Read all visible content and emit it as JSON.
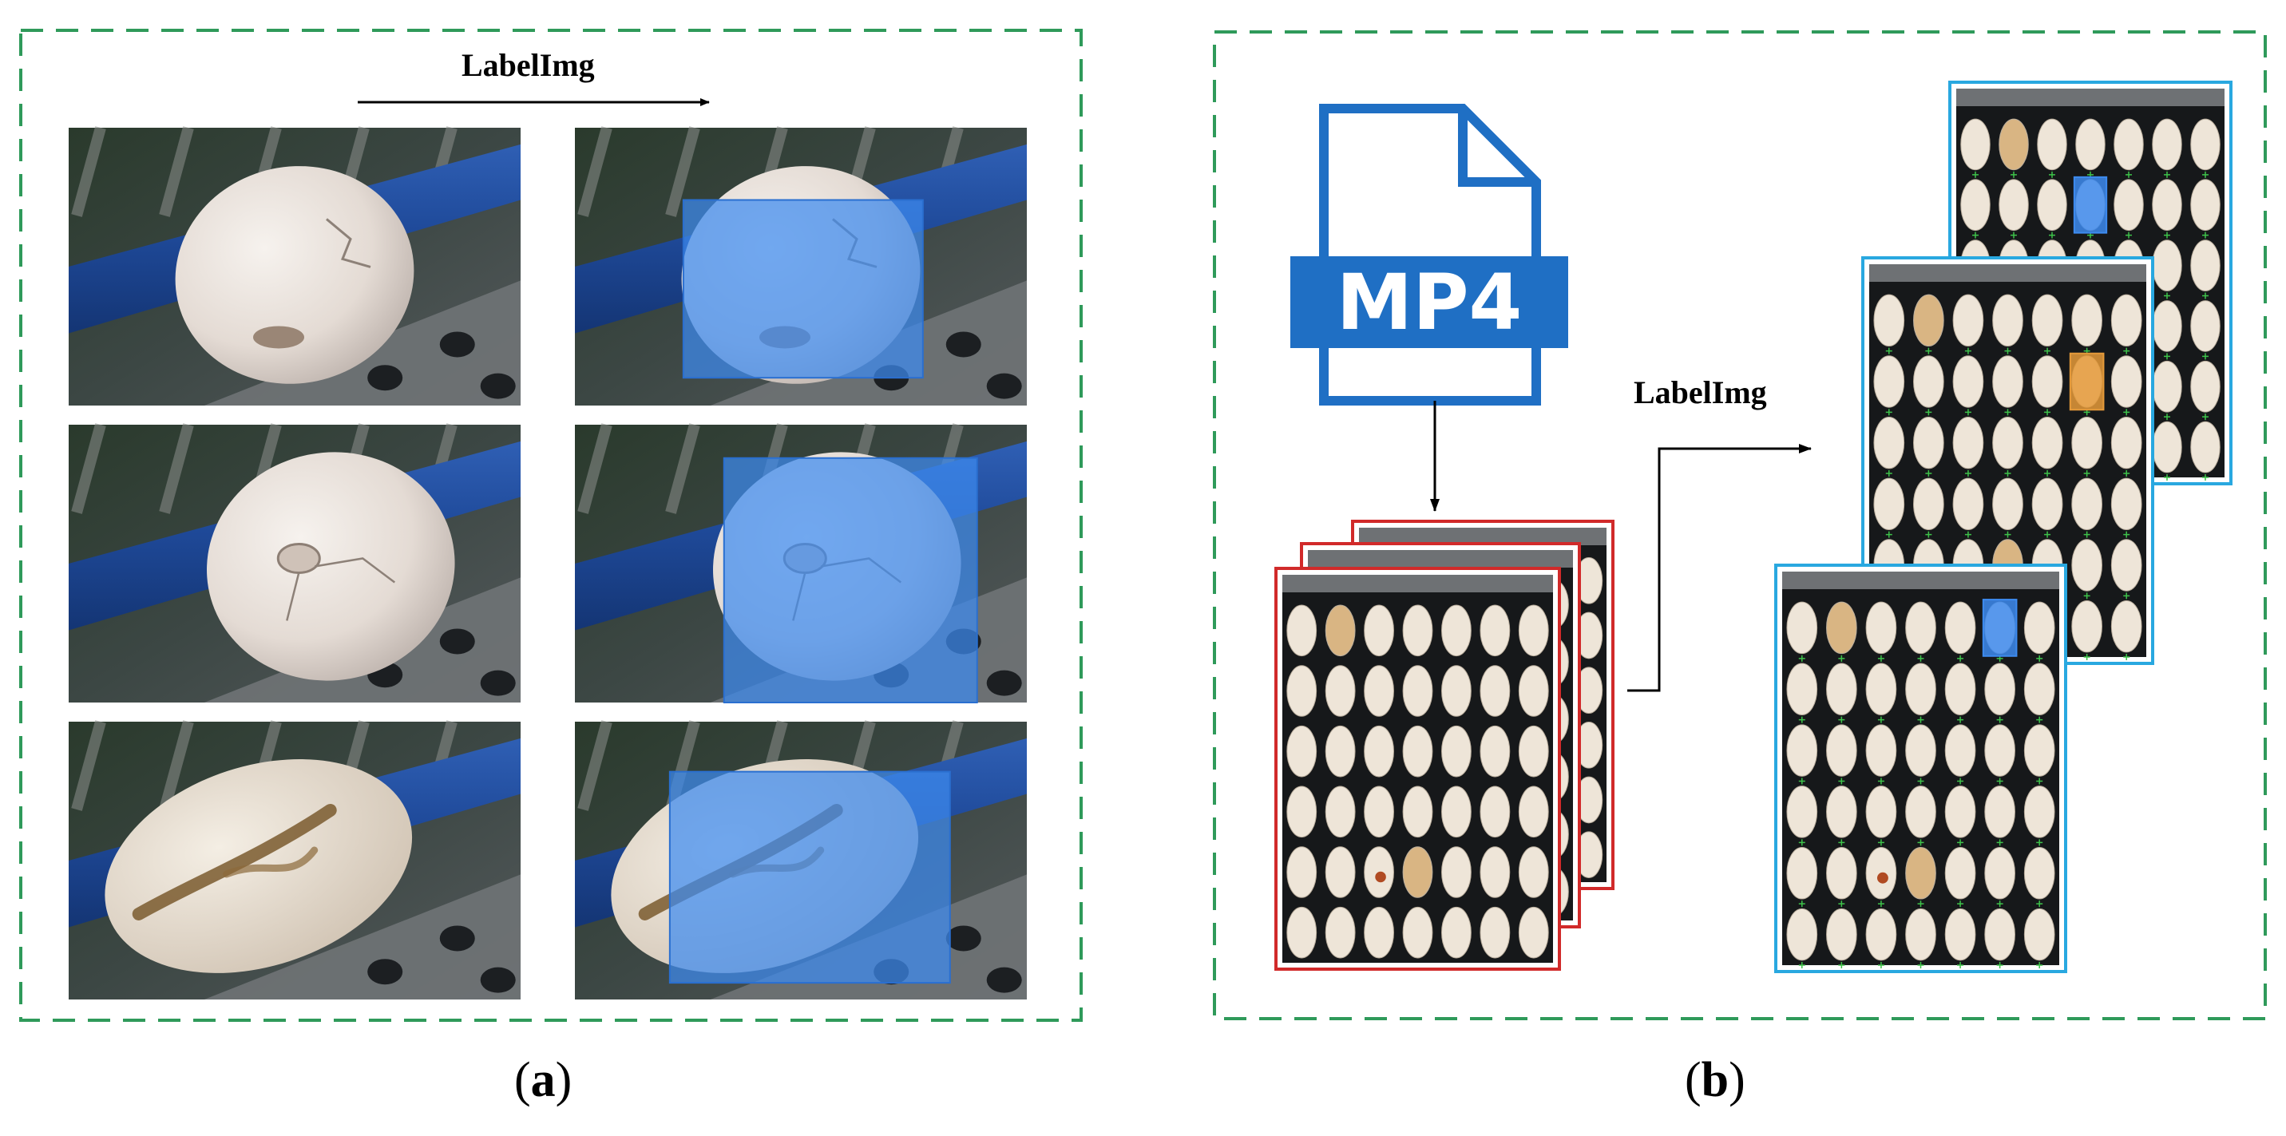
{
  "panel_a": {
    "arrow_label": "LabelImg",
    "caption_open": "(",
    "caption_letter": "a",
    "caption_close": ")",
    "rows": [
      {
        "defect": "crack"
      },
      {
        "defect": "hole"
      },
      {
        "defect": "stain"
      }
    ]
  },
  "panel_b": {
    "file_label": "MP4",
    "arrow_label": "LabelImg",
    "caption_open": "(",
    "caption_letter": "b",
    "caption_close": ")",
    "tray": {
      "rows": 6,
      "cols": 7
    }
  },
  "colors": {
    "dashed_border": "#2f9a5a",
    "annotation_box": "#3d8bf0",
    "file_icon": "#1f6fc4",
    "raw_frame_border": "#d12a2a",
    "labeled_frame_border": "#29a8e0",
    "highlight_orange": "#e59a3a"
  }
}
